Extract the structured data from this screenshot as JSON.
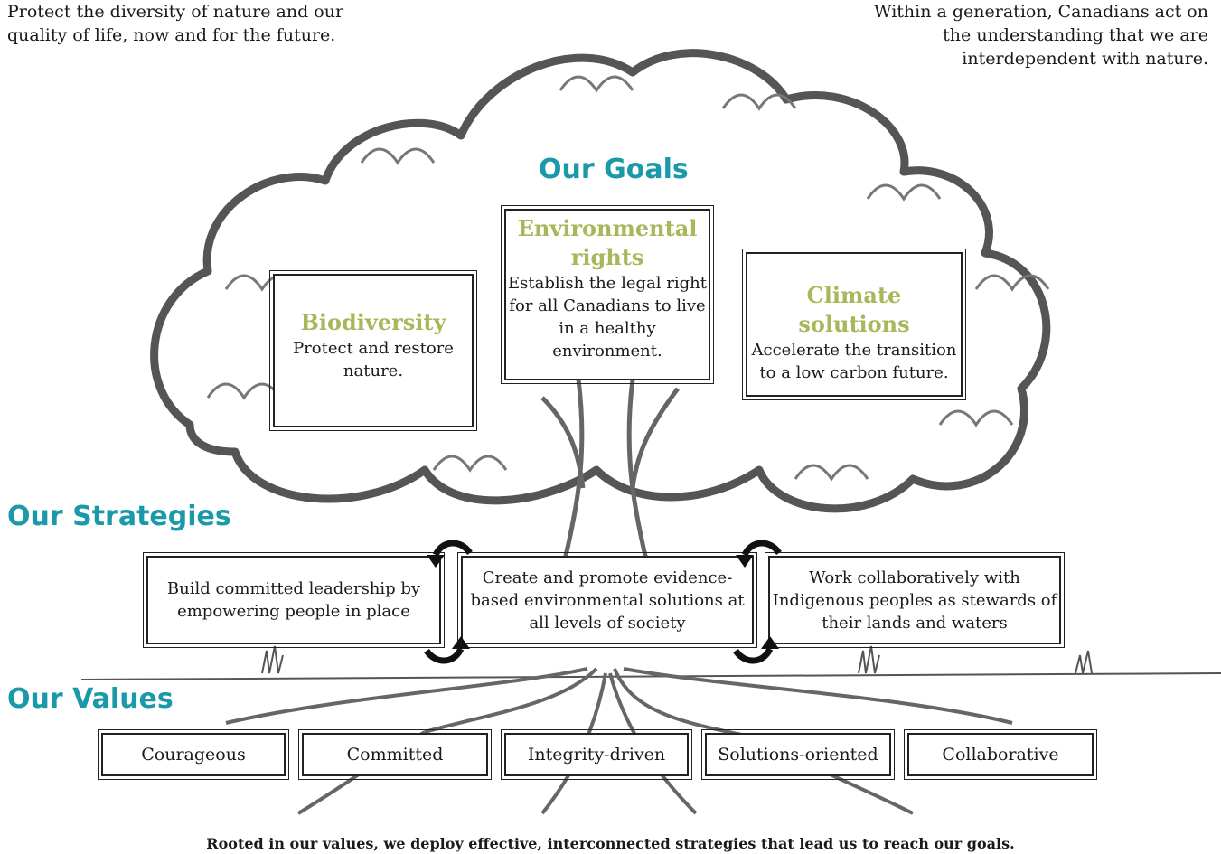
{
  "mission": "Protect the diversity of nature and our quality of life, now and for the future.",
  "vision": "Within a generation, Canadians act on the understanding that we are interdependent with nature.",
  "goals": {
    "title": "Our Goals",
    "items": [
      {
        "name": "Biodiversity",
        "description": "Protect and restore nature."
      },
      {
        "name": "Environmental rights",
        "description": "Establish the legal right for all Canadians to live in a healthy environment."
      },
      {
        "name": "Climate solutions",
        "description": "Accelerate the transition to a low carbon future."
      }
    ]
  },
  "strategies": {
    "title": "Our Strategies",
    "items": [
      "Build committed leadership by empowering people in place",
      "Create and promote evidence-based environmental solutions at all levels of society",
      "Work collaboratively with Indigenous peoples as stewards of their lands and waters"
    ]
  },
  "values": {
    "title": "Our Values",
    "items": [
      "Courageous",
      "Committed",
      "Integrity-driven",
      "Solutions-oriented",
      "Collaborative"
    ]
  },
  "footer": "Rooted in our values, we deploy effective, interconnected strategies that lead us to reach our goals.",
  "colors": {
    "section_title": "#1a9aa8",
    "goal_name": "#a6b85a",
    "outline": "#222222"
  }
}
